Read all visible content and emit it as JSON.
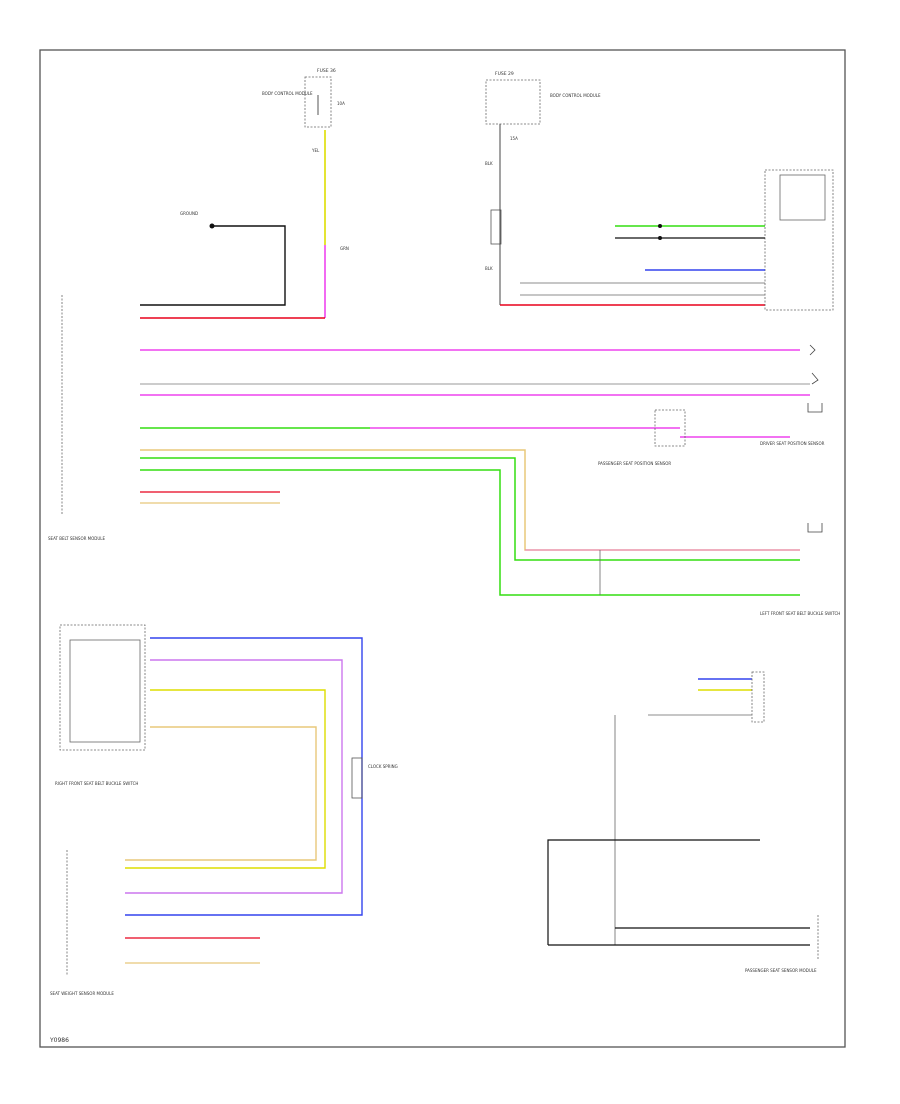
{
  "diagram": {
    "footer_code": "Y0986",
    "colors": {
      "border": "#444444",
      "red": "#e8001c",
      "magenta": "#ee44ee",
      "white": "#c9c9c9",
      "green": "#33dd11",
      "yellow": "#dddd00",
      "tan": "#e8c87a",
      "blue": "#3344ee",
      "violet": "#cc77ee",
      "black": "#111111",
      "pink": "#ff88cc"
    },
    "top_center": {
      "title": "FUSE 36",
      "label": "BODY CONTROL MODULE",
      "amp": "10A",
      "wire1": "YEL",
      "wire2": "GRN"
    },
    "top_right": {
      "title": "FUSE 29",
      "label": "BODY CONTROL MODULE",
      "amp": "15A",
      "wire1": "BLK",
      "wire2": "BLK"
    },
    "sdm": {
      "label": "SEAT BELT SENSOR MODULE"
    },
    "left_sensor": {
      "label": "PASSENGER SEAT POSITION SENSOR"
    },
    "right_sensor": {
      "label": "DRIVER SEAT POSITION SENSOR"
    },
    "left_buckle": {
      "label": "LEFT FRONT SEAT BELT BUCKLE SWITCH"
    },
    "right_buckle": {
      "label": "RIGHT FRONT SEAT BELT BUCKLE SWITCH"
    },
    "bottom_left_mod": {
      "label": "SEAT WEIGHT SENSOR MODULE"
    },
    "bottom_right_mod": {
      "label": "PASSENGER SEAT SENSOR MODULE"
    },
    "clock_spring": {
      "label": "CLOCK SPRING"
    },
    "ground_label": "GROUND"
  }
}
